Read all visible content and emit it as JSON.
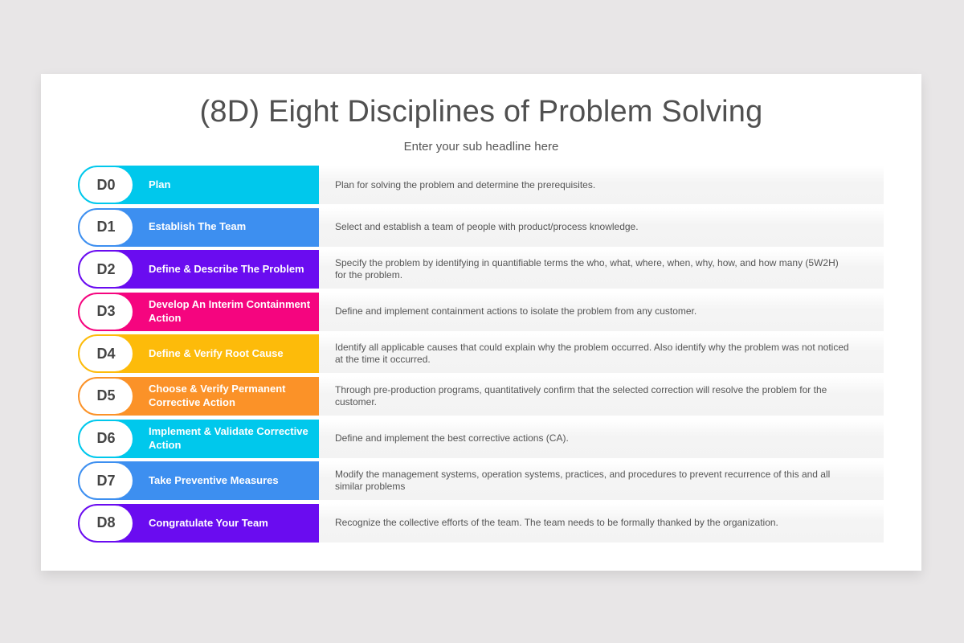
{
  "header": {
    "title": "(8D) Eight Disciplines of Problem Solving",
    "subtitle": "Enter your sub headline here"
  },
  "steps": [
    {
      "code": "D0",
      "label": "Plan",
      "description": "Plan for solving the problem and determine the prerequisites.",
      "color": "#00c8ec"
    },
    {
      "code": "D1",
      "label": "Establish The Team",
      "description": "Select and establish a team of people with product/process knowledge.",
      "color": "#3d8ff0"
    },
    {
      "code": "D2",
      "label": "Define & Describe The Problem",
      "description": "Specify the problem by identifying in quantifiable terms the who, what, where, when, why, how, and how many (5W2H) for the problem.",
      "color": "#6a0cf0"
    },
    {
      "code": "D3",
      "label": "Develop An Interim Containment Action",
      "description": "Define and implement containment actions to isolate the problem from any customer.",
      "color": "#f5057f"
    },
    {
      "code": "D4",
      "label": "Define & Verify Root Cause",
      "description": "Identify all applicable causes that could explain why the problem occurred. Also identify why the problem was not noticed at the time it occurred.",
      "color": "#fdbb0a"
    },
    {
      "code": "D5",
      "label": "Choose & Verify Permanent Corrective Action",
      "description": "Through pre-production programs, quantitatively confirm that the selected correction will resolve the problem for the customer.",
      "color": "#fb9228"
    },
    {
      "code": "D6",
      "label": "Implement & Validate Corrective Action",
      "description": "Define and implement the best corrective actions (CA).",
      "color": "#00c8ec"
    },
    {
      "code": "D7",
      "label": "Take Preventive Measures",
      "description": "Modify the management systems, operation systems, practices, and procedures to prevent recurrence of this and all similar problems",
      "color": "#3d8ff0"
    },
    {
      "code": "D8",
      "label": "Congratulate Your Team",
      "description": "Recognize the collective efforts of the team. The team needs to be formally thanked by the organization.",
      "color": "#6a0cf0"
    }
  ]
}
